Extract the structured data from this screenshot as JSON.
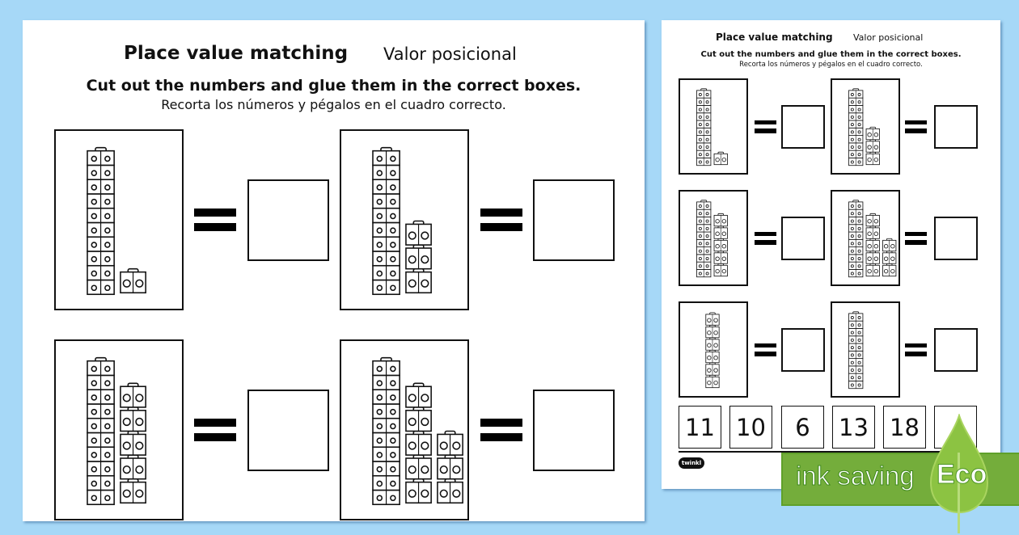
{
  "worksheet": {
    "title_en": "Place value matching",
    "title_es": "Valor posicional",
    "instruction_en": "Cut out the numbers  and glue them in the correct boxes.",
    "instruction_es": "Recorta los números y pégalos en el cuadro correcto."
  },
  "problems": [
    {
      "tens": 1,
      "ones": 1
    },
    {
      "tens": 1,
      "ones": 3
    },
    {
      "tens": 1,
      "ones": 5
    },
    {
      "tens": 1,
      "ones": 8
    },
    {
      "tens": 0,
      "ones": 6
    },
    {
      "tens": 1,
      "ones": 0
    }
  ],
  "cut_out_numbers": [
    "11",
    "10",
    "6",
    "13",
    "18"
  ],
  "logo_text": "twinkl",
  "eco_badge": {
    "text": "ink saving",
    "label": "Eco",
    "color": "#74ad3b",
    "leaf_color": "#8cc342"
  },
  "background_color": "#a6d8f7"
}
